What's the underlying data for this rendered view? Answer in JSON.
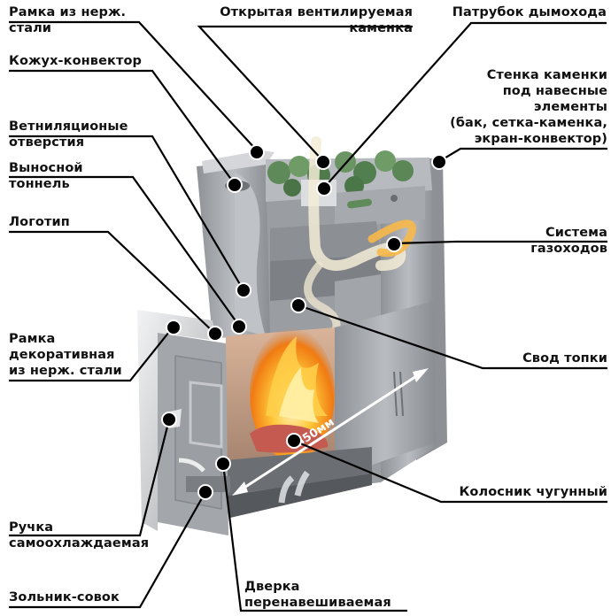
{
  "diagram": {
    "subject": "Sauna stove cutaway",
    "dimension_label": "550мм",
    "callouts": {
      "frame_steel": [
        "Рамка из нерж.",
        "стали"
      ],
      "open_heater": [
        "Открытая вентилируемая",
        "каменка"
      ],
      "chimney_pipe": [
        "Патрубок дымохода"
      ],
      "casing_convector": [
        "Кожух-конвектор"
      ],
      "heater_wall": [
        "Стенка каменки",
        "под навесные",
        "элементы",
        "(бак, сетка-каменка,",
        "экран-конвектор)"
      ],
      "vent_holes": [
        "Ветниляционые",
        "отверстия"
      ],
      "remote_tunnel": [
        "Выносной",
        "тоннель"
      ],
      "logo": [
        "Логотип"
      ],
      "flue_system": [
        "Система",
        "газоходов"
      ],
      "decor_frame": [
        "Рамка",
        "декоративная",
        "из нерж. стали"
      ],
      "firebox_vault": [
        "Свод топки"
      ],
      "cast_iron_grate": [
        "Колосник чугунный"
      ],
      "self_cooling_handle": [
        "Ручка",
        "самоохлаждаемая"
      ],
      "ash_pan": [
        "Зольник-совок"
      ],
      "reversible_door": [
        "Дверка",
        "перенавешиваемая"
      ]
    },
    "colors": {
      "steel": "#a9acb0",
      "steel_dark": "#7c7f84",
      "steel_light": "#d8dadd",
      "stones": "#5f8a5a",
      "flame": "#f5a623",
      "line": "#000000"
    }
  }
}
